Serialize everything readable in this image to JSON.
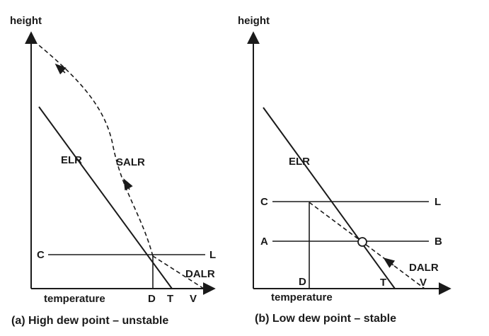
{
  "panel_a": {
    "y_axis_label": "height",
    "x_axis_label": "temperature",
    "labels": {
      "elr": "ELR",
      "salr": "SALR",
      "dalr": "DALR",
      "c": "C",
      "l": "L",
      "d": "D",
      "t": "T",
      "v": "V"
    },
    "caption": "(a) High dew point – unstable"
  },
  "panel_b": {
    "y_axis_label": "height",
    "x_axis_label": "temperature",
    "labels": {
      "elr": "ELR",
      "dalr": "DALR",
      "c": "C",
      "l": "L",
      "a": "A",
      "b": "B",
      "d": "D",
      "t": "T",
      "v": "V"
    },
    "caption": "(b) Low dew point – stable"
  },
  "colors": {
    "ink": "#1a1a1a",
    "background": "#ffffff"
  }
}
